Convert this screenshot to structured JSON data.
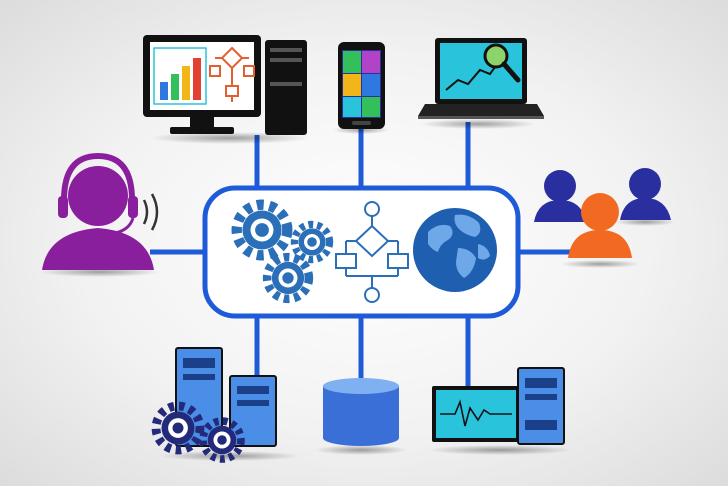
{
  "diagram": {
    "hub": {
      "items": [
        "gears-icon",
        "flowchart-icon",
        "globe-icon"
      ]
    },
    "nodes": {
      "top": [
        "desktop-computer",
        "smartphone",
        "laptop-analytics"
      ],
      "left": [
        "support-agent"
      ],
      "right": [
        "user-group"
      ],
      "bottom": [
        "servers-with-gears",
        "database",
        "monitor-and-server"
      ]
    },
    "colors": {
      "connector": "#1e5bd8",
      "hub_stroke": "#1e5bd8",
      "hub_icon": "#2b6fb8",
      "monitor_screen": "#29c4dc",
      "agent": "#8a1f9e",
      "users": "#2a2fa0",
      "user_accent": "#f26a21",
      "server": "#4a8ee8",
      "gear_dark": "#232a7a",
      "database": "#3a6fd8"
    }
  }
}
